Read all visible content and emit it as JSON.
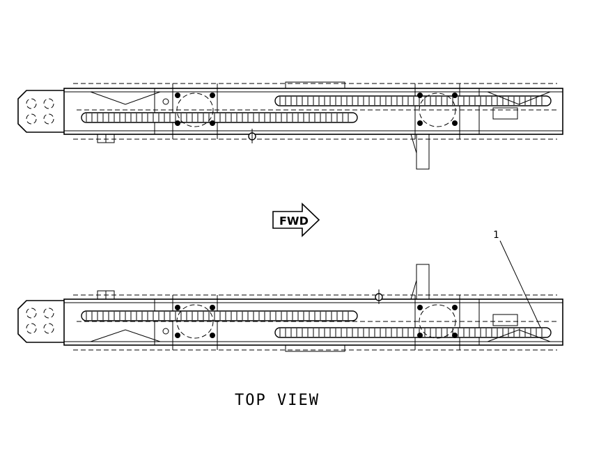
{
  "drawing": {
    "direction_arrow_label": "FWD",
    "callout_number": "1",
    "view_title": "TOP VIEW"
  }
}
